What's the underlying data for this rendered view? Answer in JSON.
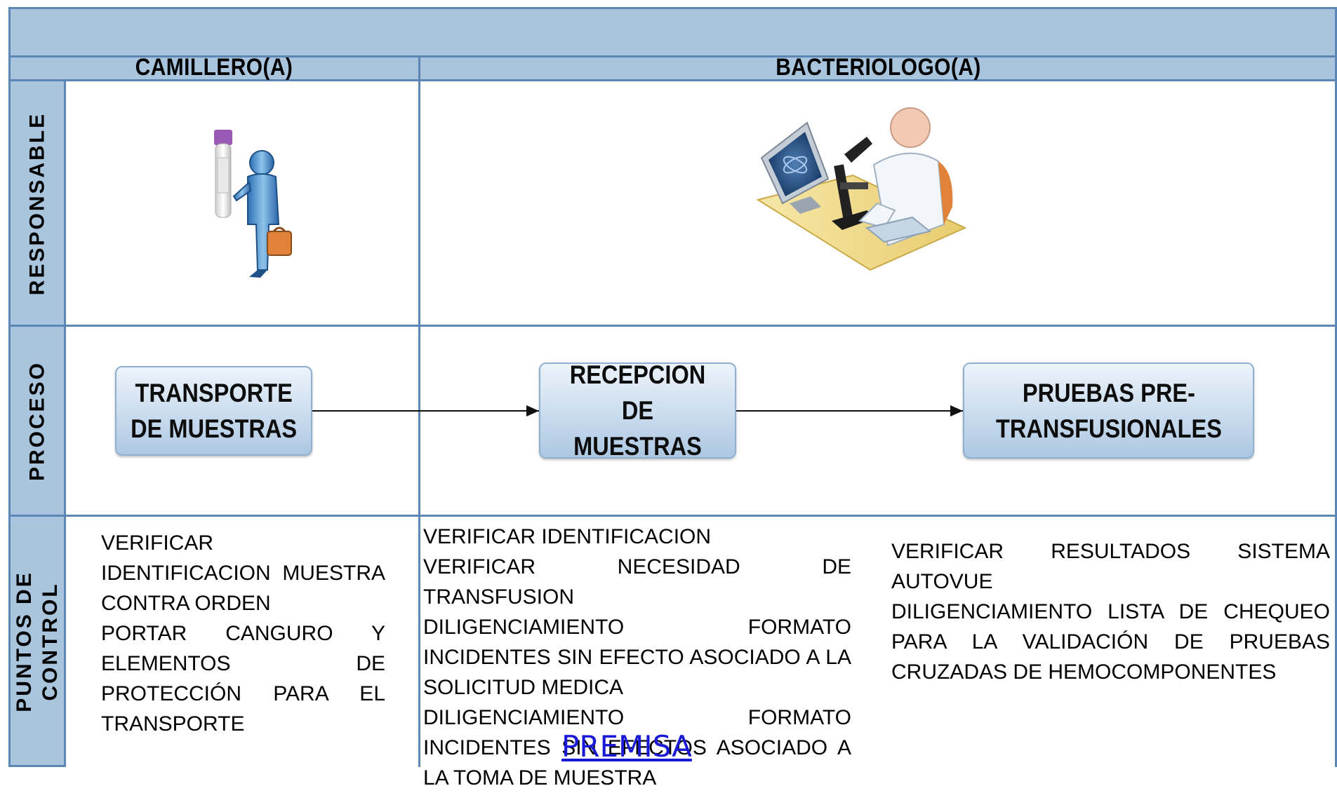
{
  "roles": {
    "camillero": "CAMILLERO(A)",
    "bacteriologo": "BACTERIOLOGO(A)"
  },
  "rows": {
    "responsable": "RESPONSABLE",
    "proceso": "PROCESO",
    "puntos_line1": "PUNTOS DE",
    "puntos_line2": "CONTROL"
  },
  "process_steps": [
    {
      "label": "TRANSPORTE\nDE MUESTRAS"
    },
    {
      "label": "RECEPCION DE\nMUESTRAS"
    },
    {
      "label": "PRUEBAS PRE-\nTRANSFUSIONALES"
    }
  ],
  "control_points": {
    "camillero": [
      "VERIFICAR IDENTIFICACION MUESTRA CONTRA ORDEN",
      "PORTAR CANGURO Y ELEMENTOS DE PROTECCIÓN PARA EL TRANSPORTE"
    ],
    "recepcion": [
      "VERIFICAR IDENTIFICACION",
      "VERIFICAR NECESIDAD DE TRANSFUSION",
      "DILIGENCIAMIENTO FORMATO INCIDENTES SIN EFECTO ASOCIADO A LA SOLICITUD MEDICA",
      "DILIGENCIAMIENTO FORMATO INCIDENTES SIN EFECTOS ASOCIADO A LA TOMA DE MUESTRA"
    ],
    "pruebas": [
      "VERIFICAR RESULTADOS SISTEMA AUTOVUE",
      "DILIGENCIAMIENTO LISTA DE CHEQUEO PARA LA VALIDACIÓN DE PRUEBAS CRUZADAS DE HEMOCOMPONENTES"
    ]
  },
  "link": {
    "label": "PREMISA"
  },
  "icons": {
    "camillero": "person-carrying-sample-tube-icon",
    "bacteriologo": "lab-scientist-microscope-icon"
  },
  "colors": {
    "header_band": "#a9c5de",
    "grid_border": "#5b86b6",
    "box_gradient_top": "#ecf3fa",
    "box_gradient_bottom": "#adc7e2",
    "link": "#1a1ad6"
  }
}
